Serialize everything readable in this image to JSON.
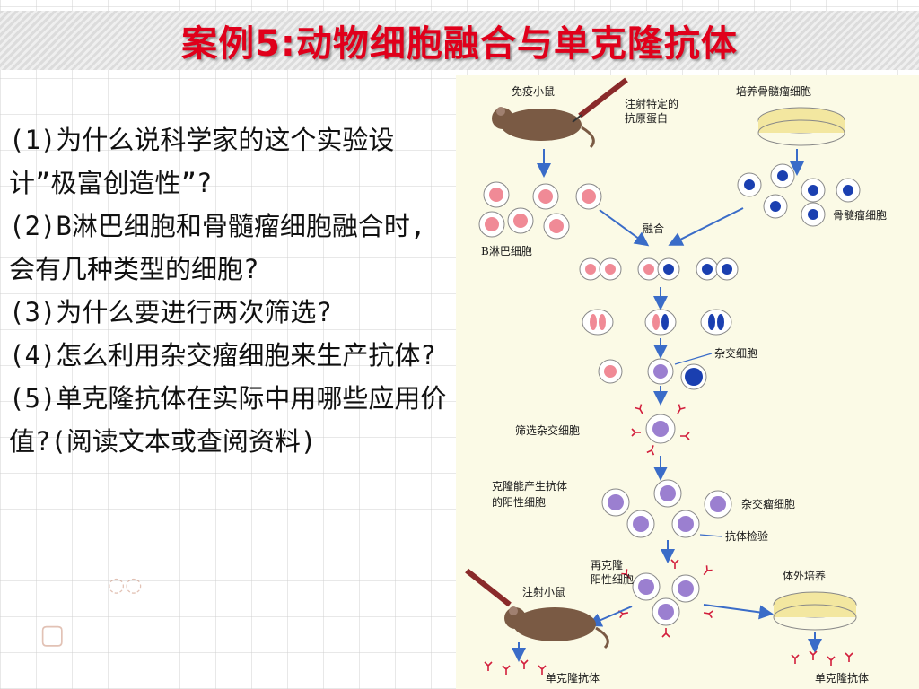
{
  "title": "案例5:动物细胞融合与单克隆抗体",
  "questions": [
    "(1)为什么说科学家的这个实验设计”极富创造性”?",
    "(2)B淋巴细胞和骨髓瘤细胞融合时,会有几种类型的细胞?",
    "(3)为什么要进行两次筛选?",
    "(4)怎么利用杂交瘤细胞来生产抗体?",
    "(5)单克隆抗体在实际中用哪些应用价值?(阅读文本或查阅资料)"
  ],
  "diagram": {
    "immune_mouse": "免疫小鼠",
    "inject_antigen_1": "注射特定的",
    "inject_antigen_2": "抗原蛋白",
    "culture_myeloma": "培养骨髓瘤细胞",
    "myeloma_cell": "骨髓瘤细胞",
    "b_cell": "B淋巴细胞",
    "fusion": "融合",
    "hybrid_cell": "杂交细胞",
    "screen_hybrid": "筛选杂交细胞",
    "clone_positive_1": "克隆能产生抗体",
    "clone_positive_2": "的阳性细胞",
    "hybridoma": "杂交瘤细胞",
    "antibody_test": "抗体检验",
    "reclone_1": "再克隆",
    "reclone_2": "阳性细胞",
    "inject_mouse": "注射小鼠",
    "in_vitro_culture": "体外培养",
    "mab_left": "单克隆抗体",
    "mab_right": "单克隆抗体"
  },
  "colors": {
    "title": "#e0001b",
    "b_cell": "#f08a96",
    "myeloma_nucleus": "#1a3fb0",
    "hybrid": "#9b7fd0",
    "arrow": "#3a6cc8",
    "antibody": "#d21e3c"
  }
}
